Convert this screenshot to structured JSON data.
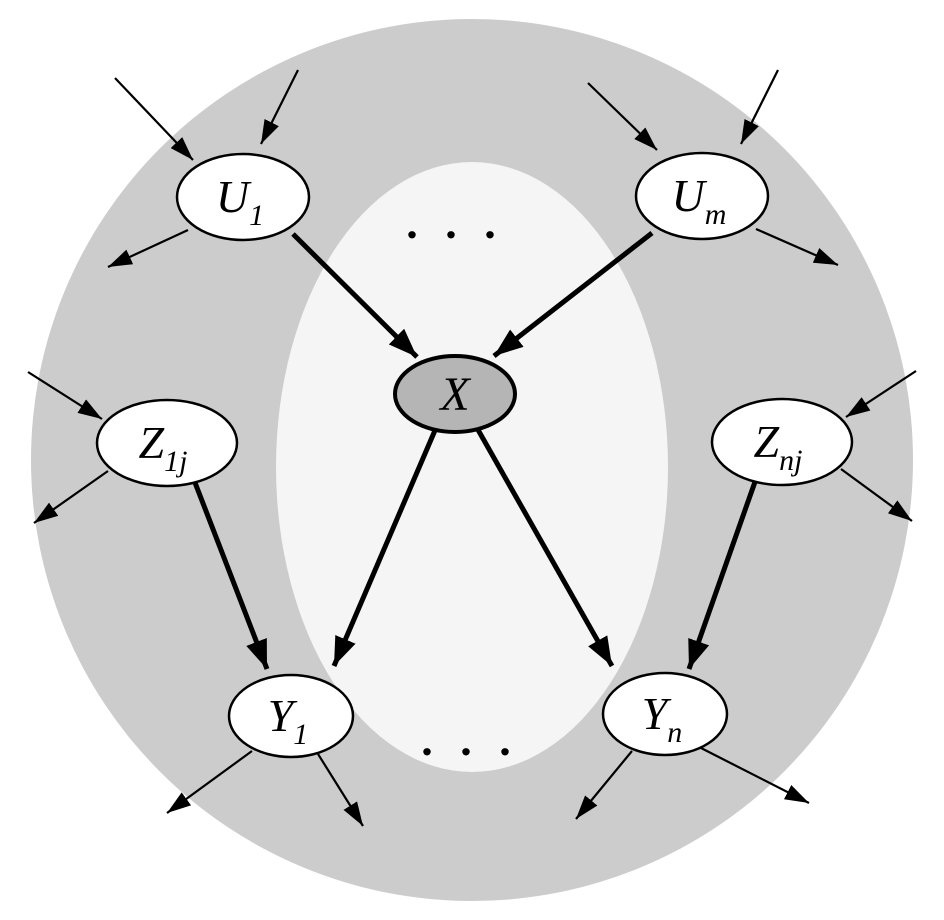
{
  "diagram": {
    "nodes": {
      "u1": {
        "main": "U",
        "sub": "1"
      },
      "um": {
        "main": "U",
        "sub": "m"
      },
      "z1j": {
        "main": "Z",
        "sub": "1j"
      },
      "znj": {
        "main": "Z",
        "sub": "nj"
      },
      "x": {
        "main": "X",
        "sub": ""
      },
      "y1": {
        "main": "Y",
        "sub": "1"
      },
      "yn": {
        "main": "Y",
        "sub": "n"
      }
    },
    "ellipsis": {
      "top": ". . .",
      "bottom": ". . ."
    },
    "colors": {
      "ring": "#cccccc",
      "inner": "#f5f5f5",
      "node_fill": "#ffffff",
      "x_fill": "#b5b5b5"
    }
  }
}
